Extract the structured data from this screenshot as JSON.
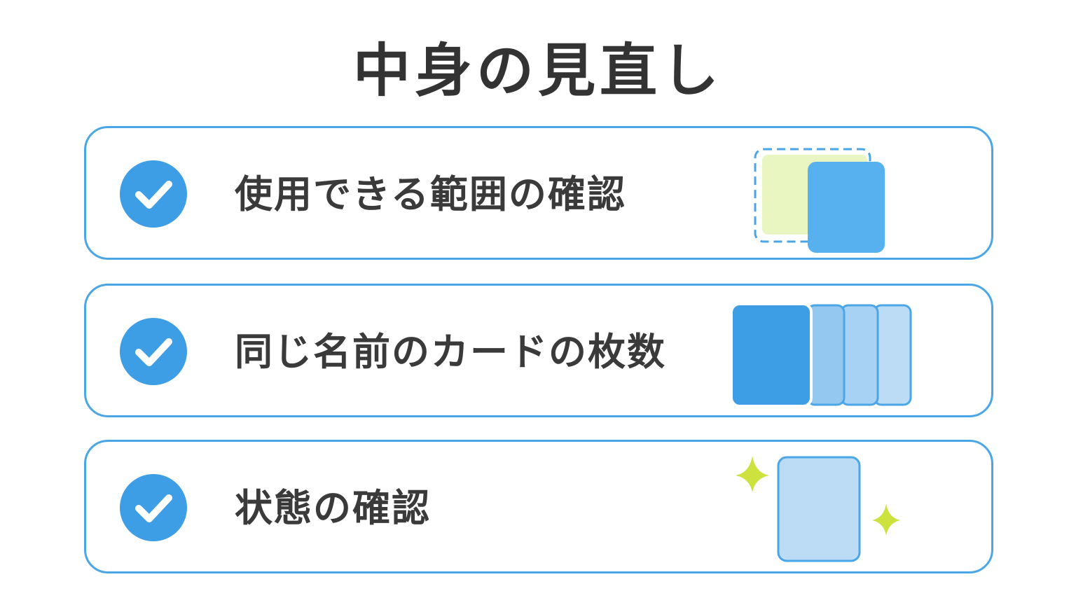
{
  "page": {
    "title": "中身の見直し"
  },
  "items": [
    {
      "label": "使用できる範囲の確認",
      "icon": "check-icon",
      "illustration": "card-overlay-range-icon"
    },
    {
      "label": "同じ名前のカードの枚数",
      "icon": "check-icon",
      "illustration": "card-stack-icon"
    },
    {
      "label": "状態の確認",
      "icon": "check-icon",
      "illustration": "sparkle-card-icon"
    }
  ],
  "colors": {
    "accent": "#4aa6e6",
    "check_fill": "#3d9ee6",
    "card_blue": "#56b1ee",
    "card_light": "#bcdcf6",
    "card_lime": "#eaf6c2",
    "sparkle": "#cde23e",
    "text": "#333333"
  }
}
